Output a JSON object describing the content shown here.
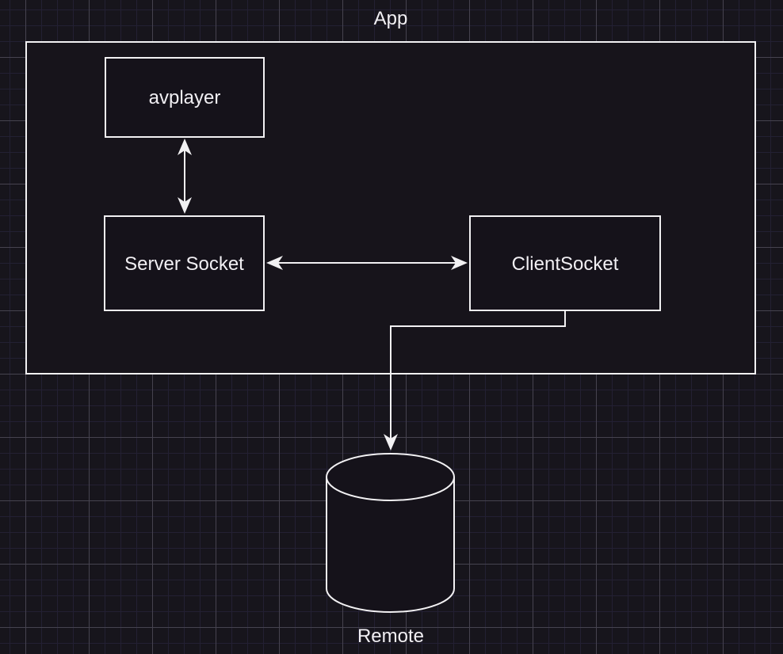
{
  "colors": {
    "background": "#17151c",
    "grid_minor": "#232033",
    "grid_major": "#46434f",
    "shape_stroke": "#f2f1f3",
    "shape_fill": "#15121a",
    "container_fill": "#17141b",
    "label": "#f1eff3"
  },
  "labels": {
    "app": "App",
    "avplayer": "avplayer",
    "server_socket": "Server Socket",
    "client_socket": "ClientSocket",
    "remote": "Remote"
  }
}
